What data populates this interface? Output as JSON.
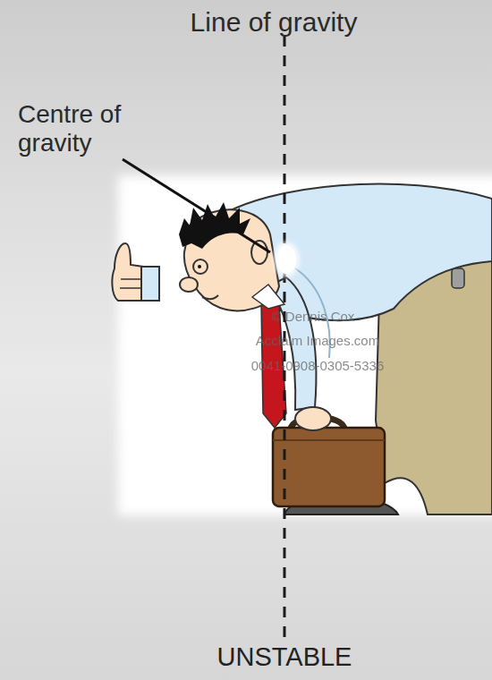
{
  "diagram": {
    "caption": "UNSTABLE",
    "labels": [
      "Line of gravity",
      "Centre of gravity",
      "© Dennis Cox",
      "Acclaim Images.com",
      "0041-0908-0305-5336"
    ]
  }
}
